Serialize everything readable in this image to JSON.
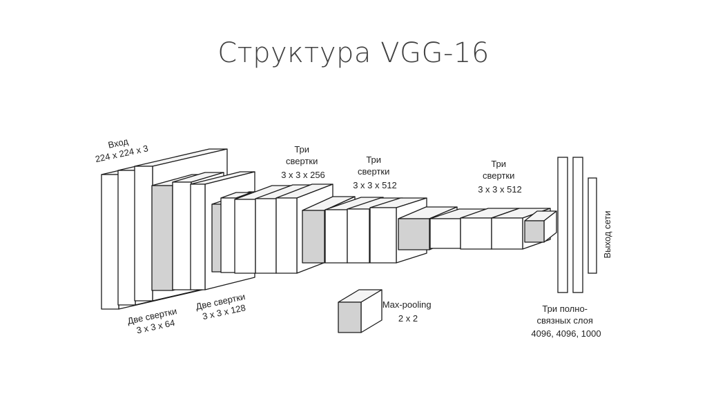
{
  "slide": {
    "title": "Структура VGG-16"
  },
  "colors": {
    "face": "#ffffff",
    "side": "#e4e4e4",
    "top": "#f4f4f4",
    "pool": "#d2d2d2",
    "stroke": "#1a1a1a"
  },
  "labels": {
    "input": [
      "Вход",
      "224 x 224 x 3"
    ],
    "conv1": [
      "Две свертки",
      "3 x 3 x 64"
    ],
    "conv2": [
      "Две свертки",
      "3 x 3 x 128"
    ],
    "conv3": [
      "Три",
      "свертки",
      "3 x 3 x 256"
    ],
    "conv4": [
      "Три",
      "свертки",
      "3 x 3 x 512"
    ],
    "conv5": [
      "Три",
      "свертки",
      "3 x 3 x 512"
    ],
    "legend": [
      "Max-pooling",
      "2 x 2"
    ],
    "fc": [
      "Три полно-",
      "связных слоя",
      "4096, 4096, 1000"
    ],
    "output": "Выход сети"
  }
}
